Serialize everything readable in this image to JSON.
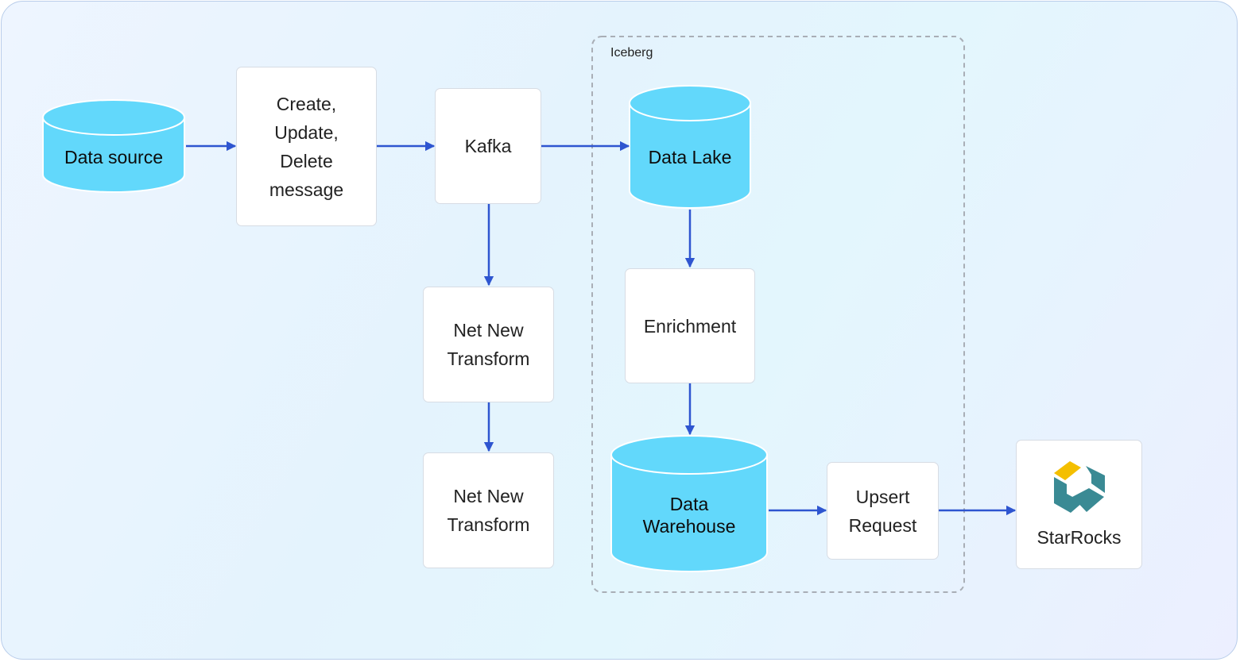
{
  "diagram": {
    "group": {
      "label": "Iceberg"
    },
    "nodes": {
      "data_source": "Data source",
      "cud_message": "Create,\nUpdate,\nDelete\nmessage",
      "kafka": "Kafka",
      "transform_1": "Net New\nTransform",
      "transform_2": "Net New\nTransform",
      "data_lake": "Data Lake",
      "enrichment": "Enrichment",
      "data_warehouse": "Data\nWarehouse",
      "upsert_request": "Upsert\nRequest",
      "starrocks": "StarRocks"
    },
    "colors": {
      "cylinder_fill": "#62d8fb",
      "arrow": "#2e55d0",
      "group_border": "#a9aeb6",
      "logo_yellow": "#f4bf00",
      "logo_teal": "#3a8a94"
    },
    "icons": {
      "starrocks_logo": "starrocks-logo-icon"
    }
  }
}
